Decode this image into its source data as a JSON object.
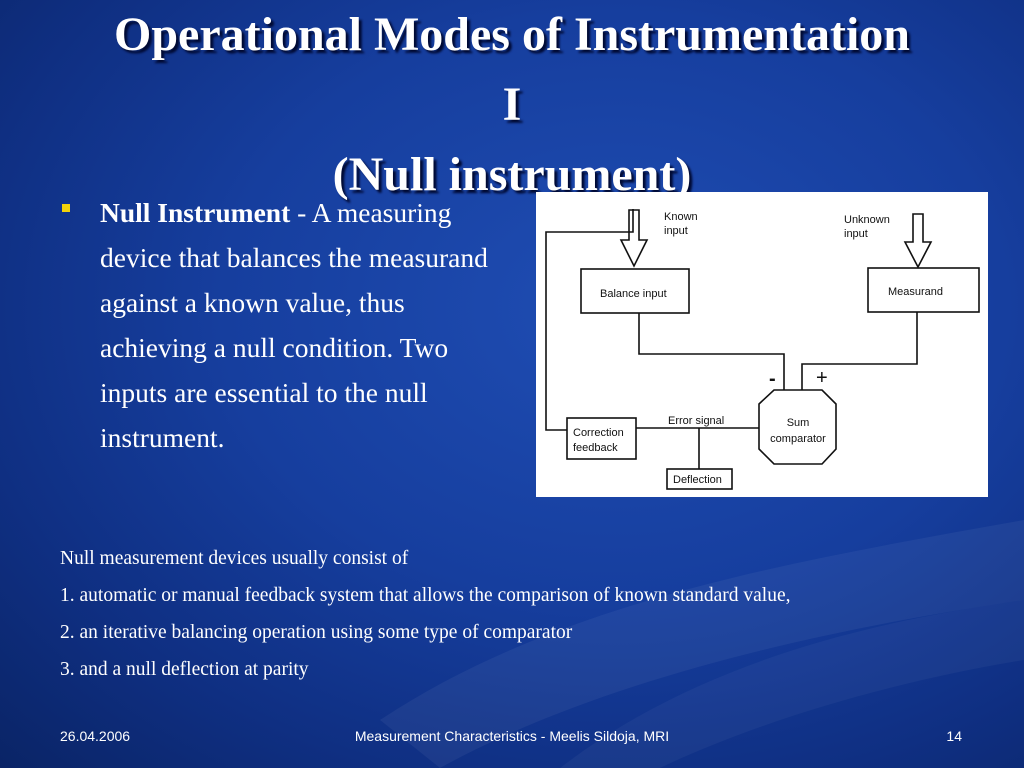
{
  "slide": {
    "title_lines": [
      "Operational Modes of Instrumentation",
      "I",
      "(Null instrument)"
    ],
    "bullet": {
      "term": "Null Instrument",
      "definition": " - A measuring device that balances the measurand against a known value, thus achieving a null condition. Two inputs are essential to the null instrument."
    },
    "diagram": {
      "known_input": [
        "Known",
        "input"
      ],
      "unknown_input": [
        "Unknown",
        "input"
      ],
      "balance_input": "Balance input",
      "measurand": "Measurand",
      "minus_sign": "-",
      "plus_sign": "+",
      "error_signal": "Error signal",
      "sum_comparator": [
        "Sum",
        "comparator"
      ],
      "correction_feedback": [
        "Correction",
        "feedback"
      ],
      "deflection": "Deflection"
    },
    "body_lines": [
      "Null measurement devices usually consist of",
      "1. automatic or manual feedback system that allows the comparison of known standard value,",
      "2. an iterative balancing operation using some type of comparator",
      "3. and a null deflection at parity"
    ]
  },
  "footer": {
    "date": "26.04.2006",
    "center": "Measurement Characteristics - Meelis Sildoja, MRI",
    "page": "14"
  },
  "colors": {
    "background": "#163e9e",
    "bullet_marker": "#f2d20a",
    "text": "#ffffff"
  }
}
